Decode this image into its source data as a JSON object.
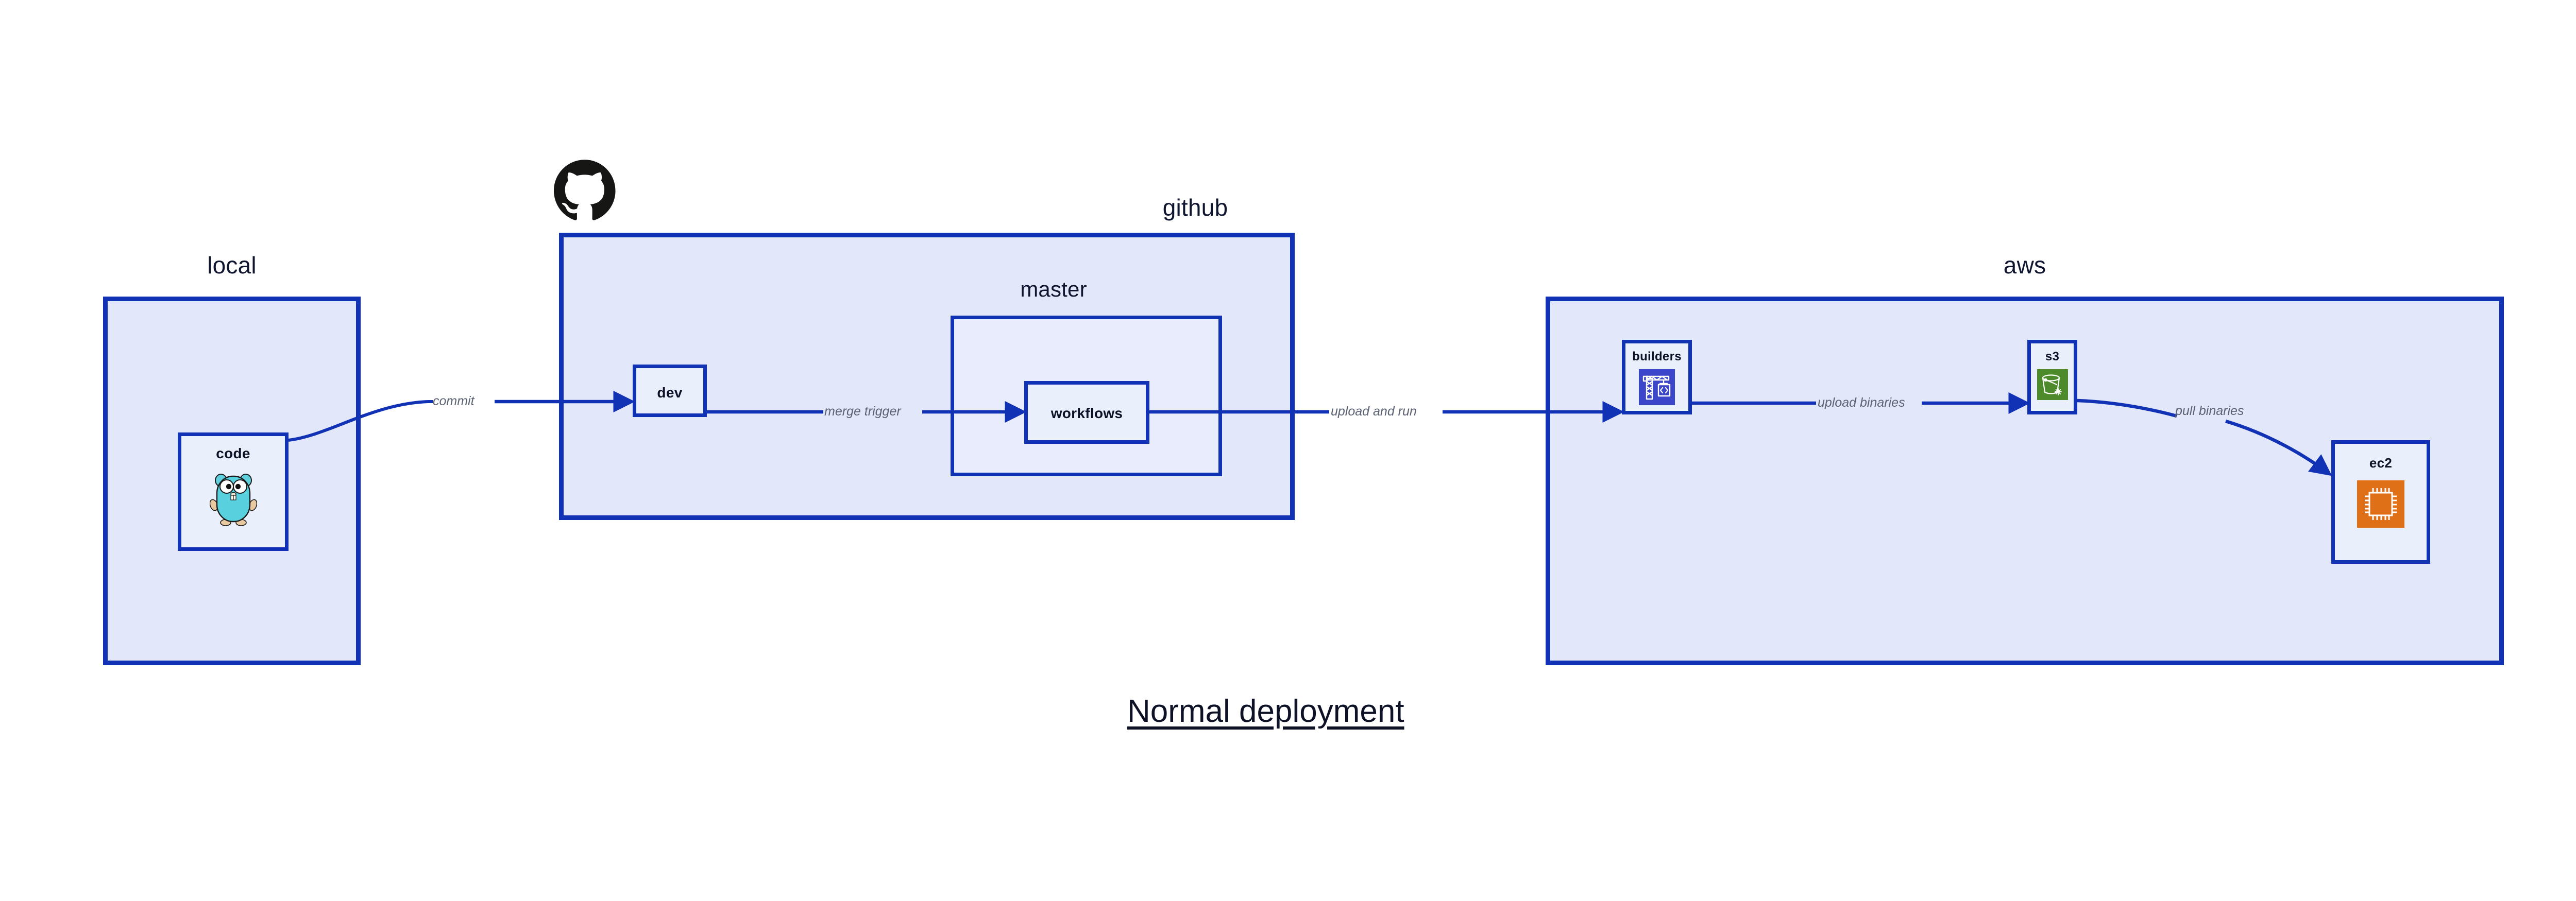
{
  "diagram": {
    "title": "Normal deployment",
    "background_color": "#ffffff",
    "accent_color": "#1132b5",
    "group_fill": "#e2e7fa",
    "node_fill": "#eaeffc",
    "label_color": "#5a6273",
    "text_color": "#0d1226"
  },
  "groups": [
    {
      "id": "local",
      "label": "local"
    },
    {
      "id": "github",
      "label": "github"
    },
    {
      "id": "aws",
      "label": "aws"
    }
  ],
  "subgroups": [
    {
      "id": "master",
      "label": "master",
      "parent": "github"
    }
  ],
  "nodes": [
    {
      "id": "code",
      "label": "code",
      "icon": "go-gopher-icon",
      "parent": "local"
    },
    {
      "id": "dev",
      "label": "dev",
      "icon": "none",
      "parent": "github"
    },
    {
      "id": "workflows",
      "label": "workflows",
      "icon": "none",
      "parent": "master"
    },
    {
      "id": "builders",
      "label": "builders",
      "icon": "aws-builders-crane-icon",
      "icon_color": "#3b47c8",
      "parent": "aws"
    },
    {
      "id": "s3",
      "label": "s3",
      "icon": "aws-s3-bucket-icon",
      "icon_color": "#4c8a2b",
      "parent": "aws"
    },
    {
      "id": "ec2",
      "label": "ec2",
      "icon": "aws-ec2-chip-icon",
      "icon_color": "#e07018",
      "parent": "aws"
    }
  ],
  "edges": [
    {
      "id": "commit",
      "label": "commit",
      "from": "code",
      "to": "dev"
    },
    {
      "id": "merge-trigger",
      "label": "merge trigger",
      "from": "dev",
      "to": "workflows"
    },
    {
      "id": "upload-and-run",
      "label": "upload and run",
      "from": "workflows",
      "to": "builders"
    },
    {
      "id": "upload-binaries",
      "label": "upload binaries",
      "from": "builders",
      "to": "s3"
    },
    {
      "id": "pull-binaries",
      "label": "pull binaries",
      "from": "s3",
      "to": "ec2"
    }
  ],
  "logos": [
    {
      "id": "github-logo",
      "name": "github-octocat-logo",
      "color": "#161614"
    }
  ]
}
